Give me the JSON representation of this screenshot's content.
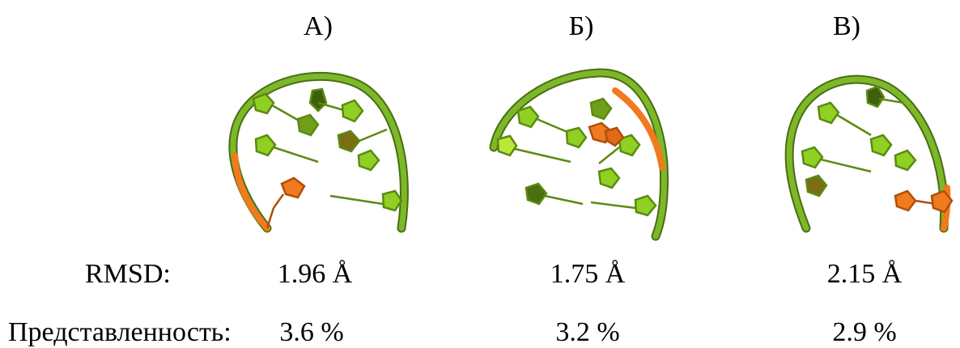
{
  "panels": [
    {
      "label": "А)",
      "rmsd": "1.96 Å",
      "representation": "3.6 %"
    },
    {
      "label": "Б)",
      "rmsd": "1.75 Å",
      "representation": "3.2 %"
    },
    {
      "label": "В)",
      "rmsd": "2.15 Å",
      "representation": "2.9 %"
    }
  ],
  "rows": {
    "rmsd_label": "RMSD:",
    "representation_label": "Представленность:"
  },
  "colors": {
    "backbone": "#6aa51c",
    "base": "#8fd022",
    "base_dark": "#4a6e10",
    "highlight": "#f07a1e"
  }
}
